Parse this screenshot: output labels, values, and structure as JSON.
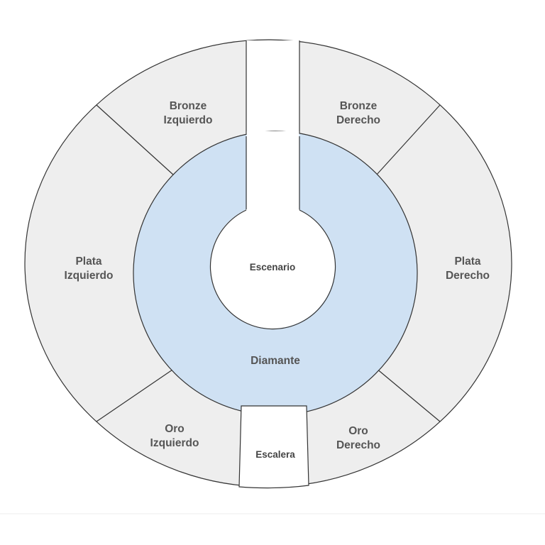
{
  "seat_map": {
    "sections": {
      "bronze_left": {
        "line1": "Bronze",
        "line2": "Izquierdo"
      },
      "bronze_right": {
        "line1": "Bronze",
        "line2": "Derecho"
      },
      "plata_left": {
        "line1": "Plata",
        "line2": "Izquierdo"
      },
      "plata_right": {
        "line1": "Plata",
        "line2": "Derecho"
      },
      "oro_left": {
        "line1": "Oro",
        "line2": "Izquierdo"
      },
      "oro_right": {
        "line1": "Oro",
        "line2": "Derecho"
      },
      "diamante": {
        "label": "Diamante"
      },
      "escalera": {
        "label": "Escalera"
      },
      "escenario": {
        "label": "Escenario"
      }
    },
    "colors": {
      "outer_sections": "#eeeeee",
      "diamante": "#cfe1f3",
      "stage": "#ffffff",
      "outline": "#333333",
      "label_text": "#555555"
    }
  }
}
